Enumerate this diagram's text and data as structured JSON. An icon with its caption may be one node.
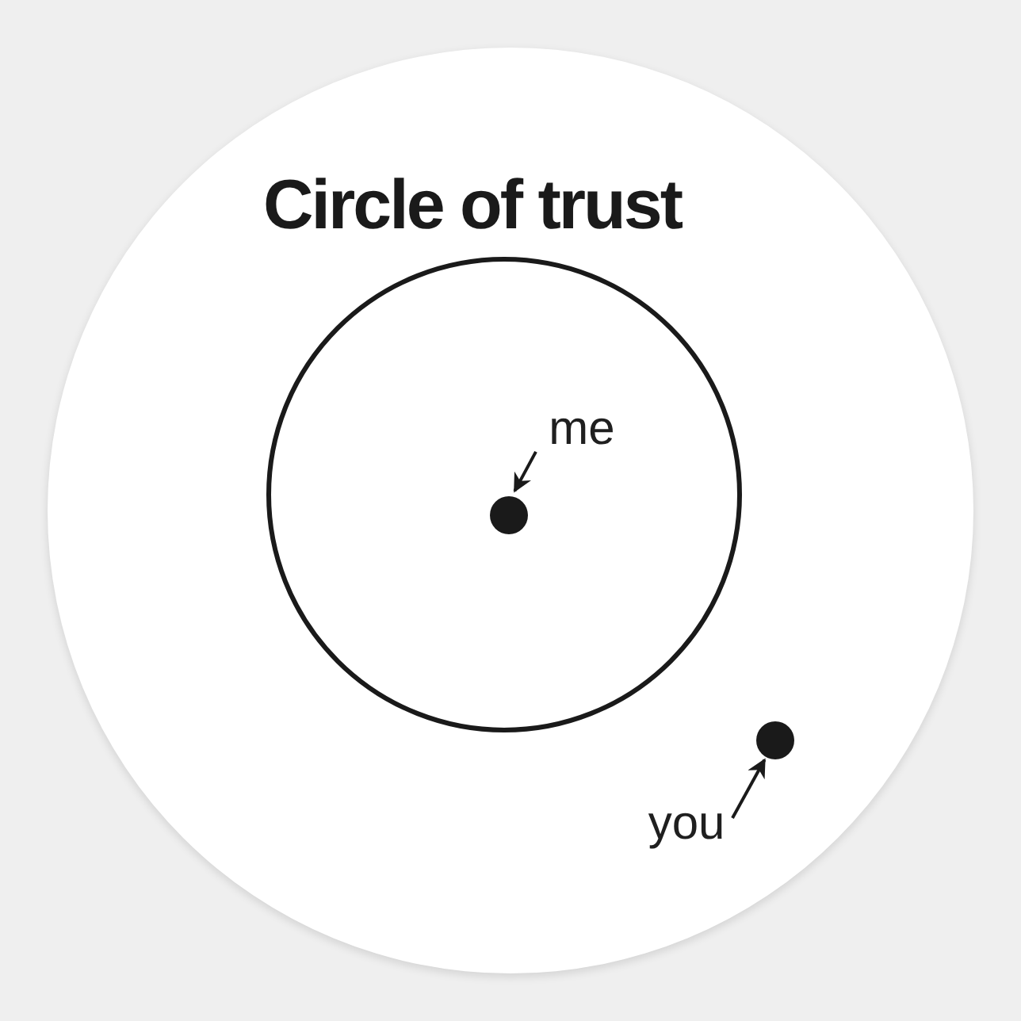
{
  "diagram": {
    "title": "Circle of trust",
    "nodes": [
      {
        "text": [],
        "shape": "circle"
      },
      {
        "text": [
          "me"
        ],
        "in": 0
      },
      {
        "text": [],
        "shape": "circle",
        "in": 0
      },
      {
        "text": [],
        "shape": "circle"
      },
      {
        "text": [
          "you"
        ]
      }
    ],
    "edges": [
      {
        "from": 1,
        "to": 2,
        "arrow": "to"
      },
      {
        "from": 4,
        "to": 3,
        "arrow": "to"
      }
    ]
  }
}
